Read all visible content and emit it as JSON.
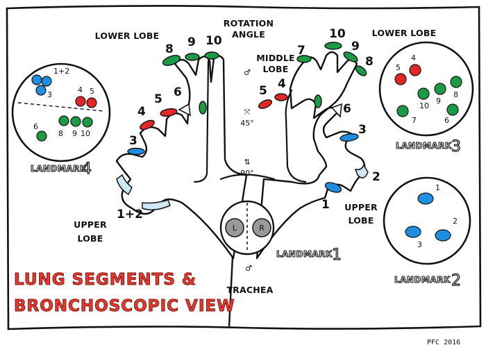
{
  "title": {
    "line1": "LUNG SEGMENTS &",
    "line2": "BRONCHOSCOPIC VIEW"
  },
  "signature": "PFC 2016",
  "rotation": {
    "line1": "ROTATION",
    "line2": "ANGLE",
    "a45": "45°",
    "a90": "90°"
  },
  "labels": {
    "lower_lobe_left": "LOWER LOBE",
    "lower_lobe_right": "LOWER LOBE",
    "middle_lobe_1": "MIDDLE",
    "middle_lobe_2": "LOBE",
    "upper_lobe_left_1": "UPPER",
    "upper_lobe_left_2": "LOBE",
    "upper_lobe_right_1": "UPPER",
    "upper_lobe_right_2": "LOBE",
    "trachea": "TRACHEA"
  },
  "trachea_view": {
    "left": "L",
    "right": "R"
  },
  "left_tree_numbers": {
    "s8": "8",
    "s9": "9",
    "s10": "10",
    "s6": "6",
    "s5": "5",
    "s4": "4",
    "s3": "3",
    "s12": "1+2"
  },
  "right_tree_numbers": {
    "s10": "10",
    "s9": "9",
    "s8": "8",
    "s7": "7",
    "s5": "5",
    "s4": "4",
    "s6": "6",
    "s3": "3",
    "s2": "2",
    "s1": "1"
  },
  "landmarks": {
    "l1": {
      "label": "LANDMARK",
      "num": "1"
    },
    "l2": {
      "label": "LANDMARK",
      "num": "2",
      "dots": [
        "1",
        "2",
        "3"
      ]
    },
    "l3": {
      "label": "LANDMARK",
      "num": "3",
      "dots": [
        "4",
        "5",
        "10",
        "9",
        "8",
        "7",
        "6"
      ]
    },
    "l4": {
      "label": "LANDMARK",
      "num": "4",
      "dots": [
        "1+2",
        "3",
        "4",
        "5",
        "6",
        "8",
        "9",
        "10"
      ]
    }
  },
  "colors": {
    "blue": "#1e8fe0",
    "red": "#e32626",
    "green": "#1c9b46",
    "title_red": "#e83a2e",
    "lightblue": "#cfe8f6"
  }
}
